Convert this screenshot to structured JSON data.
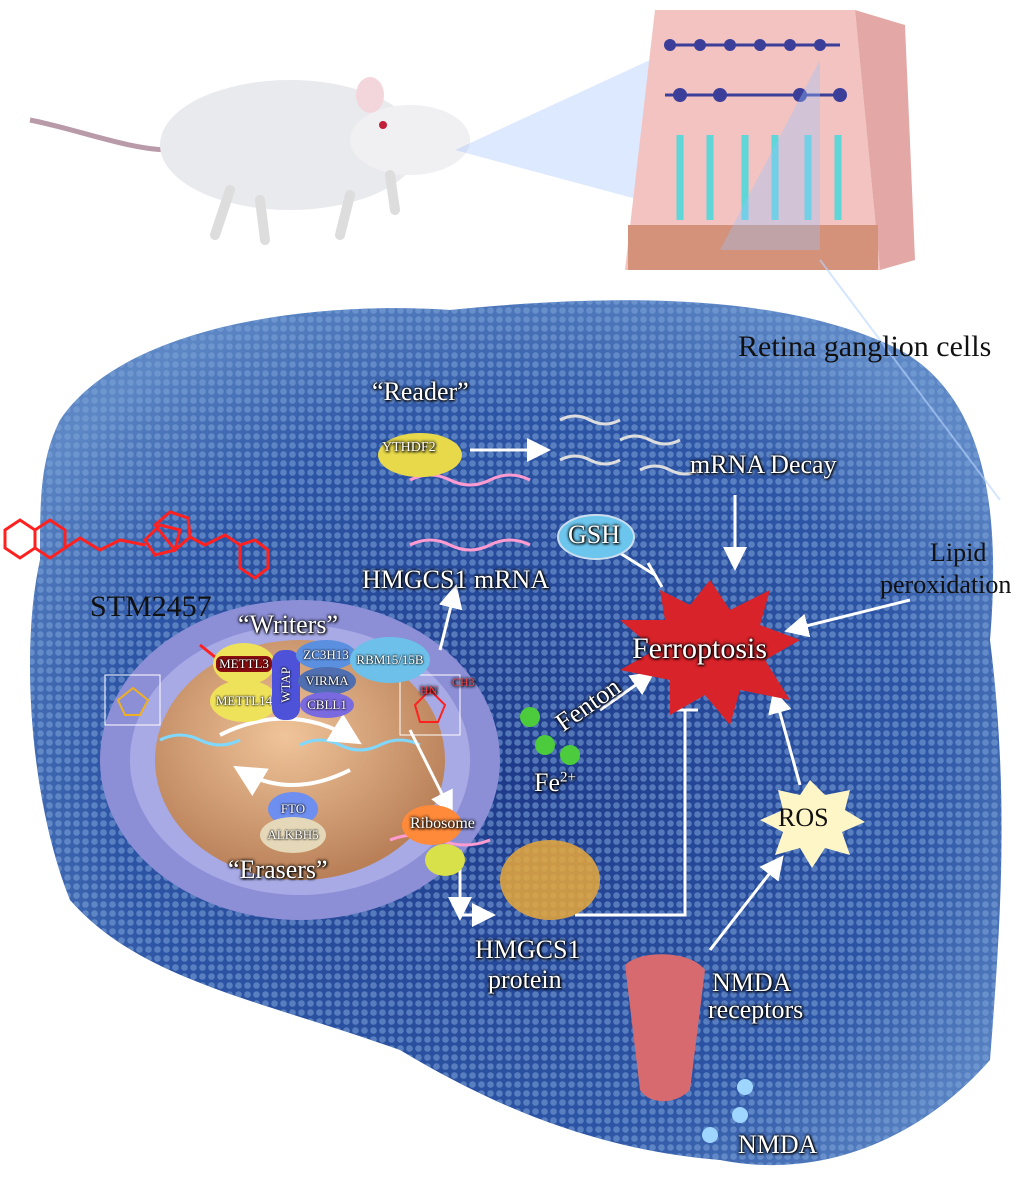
{
  "labels": {
    "retina_cells": "Retina ganglion cells",
    "reader": "“Reader”",
    "ythdf2": "YTHDF2",
    "mrna_decay": "mRNA Decay",
    "gsh": "GSH",
    "lipid_peroxidation_1": "Lipid",
    "lipid_peroxidation_2": "peroxidation",
    "hmgcs1_mrna": "HMGCS1 mRNA",
    "stm2457": "STM2457",
    "writers": "“Writers”",
    "mettl3": "METTL3",
    "mettl14": "METTL14",
    "wtap": "WTAP",
    "zc3h13": "ZC3H13",
    "rbm15": "RBM15/15B",
    "virma": "VIRMA",
    "cbll1": "CBLL1",
    "ferroptosis": "Ferroptosis",
    "fenton": "Fenton",
    "fe": "Fe",
    "fe_sup": "2+",
    "fto": "FTO",
    "alkbh5": "ALKBH5",
    "erasers": "“Erasers”",
    "ribosome": "Ribosome",
    "ros": "ROS",
    "hmgcs1_protein_1": "HMGCS1",
    "hmgcs1_protein_2": "protein",
    "nmda_receptors_1": "NMDA",
    "nmda_receptors_2": "receptors",
    "nmda": "NMDA",
    "ch3": "CH3",
    "hn": "HN"
  },
  "colors": {
    "cell": "#2f5aa8",
    "inhibitor": "#ff2020",
    "ferroptosis": "#d8232a",
    "nucleus": "#d9a27a"
  }
}
